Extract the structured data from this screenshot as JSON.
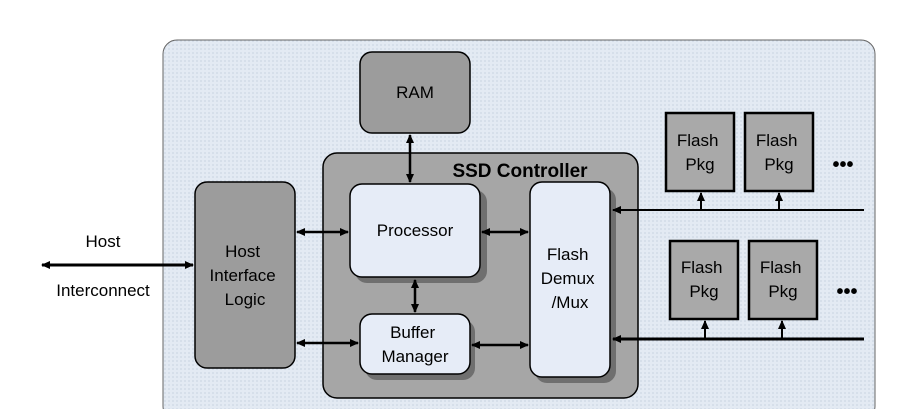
{
  "diagram": {
    "host_label": "Host",
    "interconnect_label": "Interconnect",
    "ram_label": "RAM",
    "controller_title": "SSD Controller",
    "host_interface": {
      "line1": "Host",
      "line2": "Interface",
      "line3": "Logic"
    },
    "processor_label": "Processor",
    "buffer_manager": {
      "line1": "Buffer",
      "line2": "Manager"
    },
    "flash_demux": {
      "line1": "Flash",
      "line2": "Demux",
      "line3": "/Mux"
    },
    "flash_pkg": {
      "line1": "Flash",
      "line2": "Pkg"
    },
    "ellipsis": "•••"
  },
  "colors": {
    "board_fill": "#dfe7f1",
    "block_gray": "#9c9c9c",
    "controller_gray": "#a6a6a6",
    "light_block": "#e6ecf7",
    "flash_pkg_fill": "#a9a9a9"
  }
}
